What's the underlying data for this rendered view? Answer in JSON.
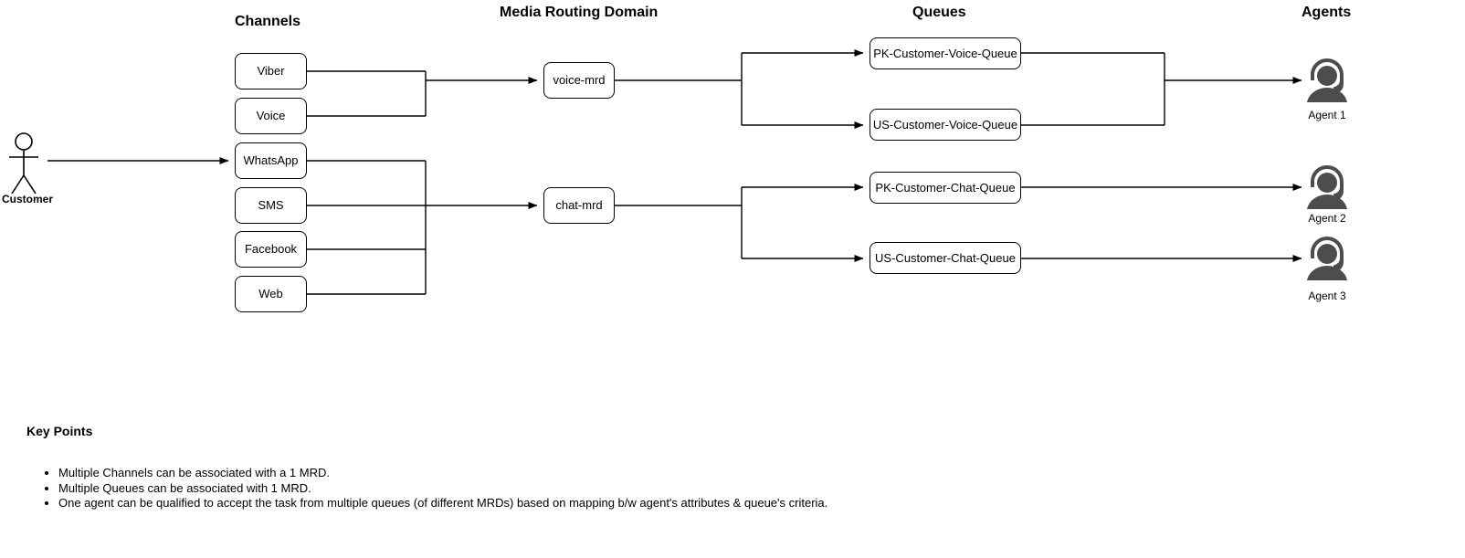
{
  "diagram": {
    "column_titles": [
      {
        "id": "channels",
        "label": "Channels"
      },
      {
        "id": "mrd",
        "label": "Media Routing Domain"
      },
      {
        "id": "queues",
        "label": "Queues"
      },
      {
        "id": "agents",
        "label": "Agents"
      }
    ],
    "actor": {
      "label": "Customer",
      "icon": "stick-figure-person-icon"
    },
    "channels": [
      {
        "label": "Viber"
      },
      {
        "label": "Voice"
      },
      {
        "label": "WhatsApp"
      },
      {
        "label": "SMS"
      },
      {
        "label": "Facebook"
      },
      {
        "label": "Web"
      }
    ],
    "mrds": [
      {
        "label": "voice-mrd"
      },
      {
        "label": "chat-mrd"
      }
    ],
    "queues": [
      {
        "label": "PK-Customer-Voice-Queue"
      },
      {
        "label": "US-Customer-Voice-Queue"
      },
      {
        "label": "PK-Customer-Chat-Queue"
      },
      {
        "label": "US-Customer-Chat-Queue"
      }
    ],
    "agents": [
      {
        "label": "Agent 1",
        "icon": "agent-headset-icon"
      },
      {
        "label": "Agent 2",
        "icon": "agent-headset-icon"
      },
      {
        "label": "Agent 3",
        "icon": "agent-headset-icon"
      }
    ],
    "colors": {
      "stroke": "#000000",
      "agent_fill": "#4d4d4d",
      "background": "#ffffff"
    }
  },
  "key_points": {
    "title": "Key Points",
    "items": [
      "Multiple Channels can be associated with a 1 MRD.",
      "Multiple Queues can be associated with 1 MRD.",
      "One agent can be qualified to accept the task from multiple queues (of different MRDs) based on mapping b/w agent's attributes & queue's criteria."
    ]
  }
}
